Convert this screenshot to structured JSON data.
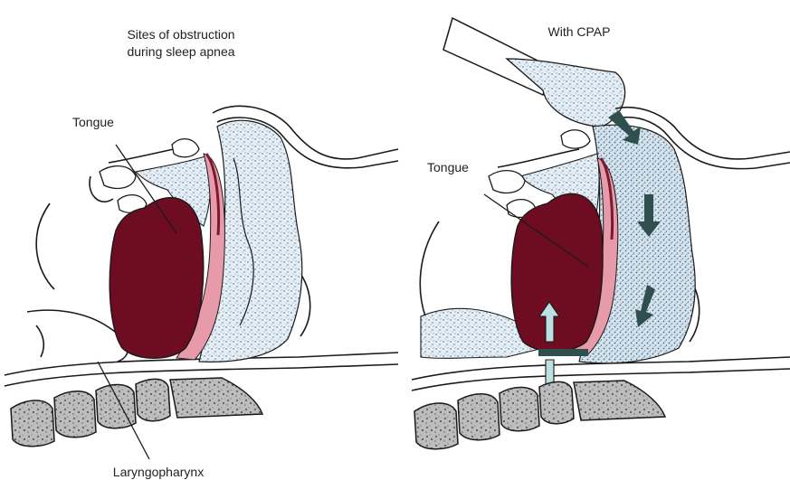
{
  "left_panel": {
    "title_line1": "Sites of obstruction",
    "title_line2": "during sleep apnea",
    "label_tongue": "Tongue",
    "label_bottom": "Laryngopharynx"
  },
  "right_panel": {
    "title": "With CPAP",
    "label_tongue": "Tongue"
  },
  "colors": {
    "tongue": "#6e0d22",
    "pink_tissue": "#e79aaa",
    "airway_speckle": "#aec3d3",
    "outline": "#1a1a1a",
    "arrow_dark": "#2f4f4f",
    "arrow_light": "#bfe0e0",
    "vertebra": "#9a9a9a"
  }
}
